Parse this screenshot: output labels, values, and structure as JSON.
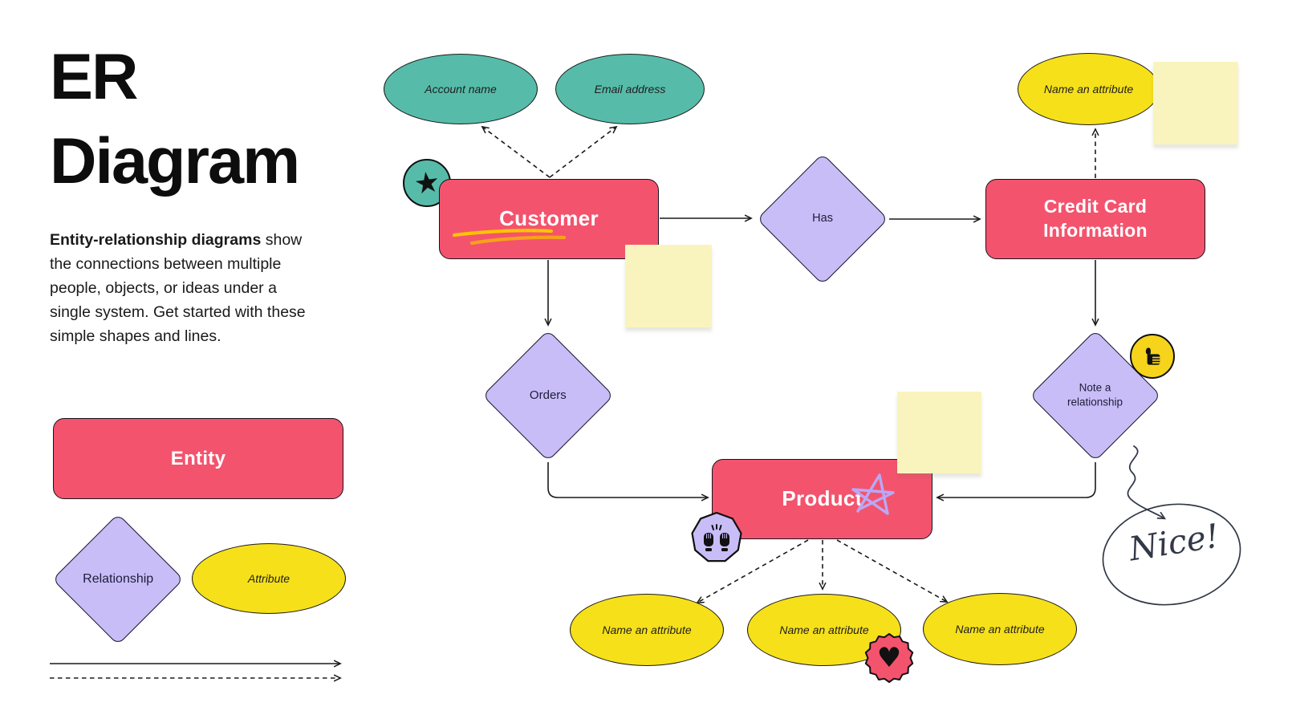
{
  "sidebar": {
    "title": "ER\nDiagram",
    "description": {
      "lead": "Entity-relationship diagrams",
      "rest": " show the connections between multiple people, objects, or ideas under a single system. Get started with these simple shapes and lines."
    },
    "legend": {
      "entity": "Entity",
      "relationship": "Relationship",
      "attribute": "Attribute"
    }
  },
  "diagram": {
    "nodes": {
      "customer": "Customer",
      "credit_card": "Credit Card\nInformation",
      "product": "Product",
      "has": "Has",
      "orders": "Orders",
      "note": "Note a\nrelationship",
      "account_name": "Account name",
      "email_address": "Email address",
      "attribute_top": "Name an attribute",
      "attribute_bottom_1": "Name an attribute",
      "attribute_bottom_2": "Name an attribute",
      "attribute_bottom_3": "Name an attribute"
    },
    "annotations": {
      "nice": "Nice!"
    },
    "sticky_notes": [
      {
        "text": ""
      },
      {
        "text": ""
      },
      {
        "text": ""
      }
    ]
  },
  "icons": {
    "star": "★",
    "heart": "♥"
  },
  "colors": {
    "entity_red": "#F4536D",
    "relationship_purple": "#C9BDF7",
    "attribute_yellow": "#F6E019",
    "teal": "#56BCA9",
    "sticky_yellow": "#F9F4BD",
    "ink": "#1A1A1A",
    "scribble_yellow": "#FFC400",
    "scribble_orange": "#F7A11A",
    "scribble_purple": "#B9A8F6",
    "thumb_badge_yellow": "#F6D41C"
  }
}
